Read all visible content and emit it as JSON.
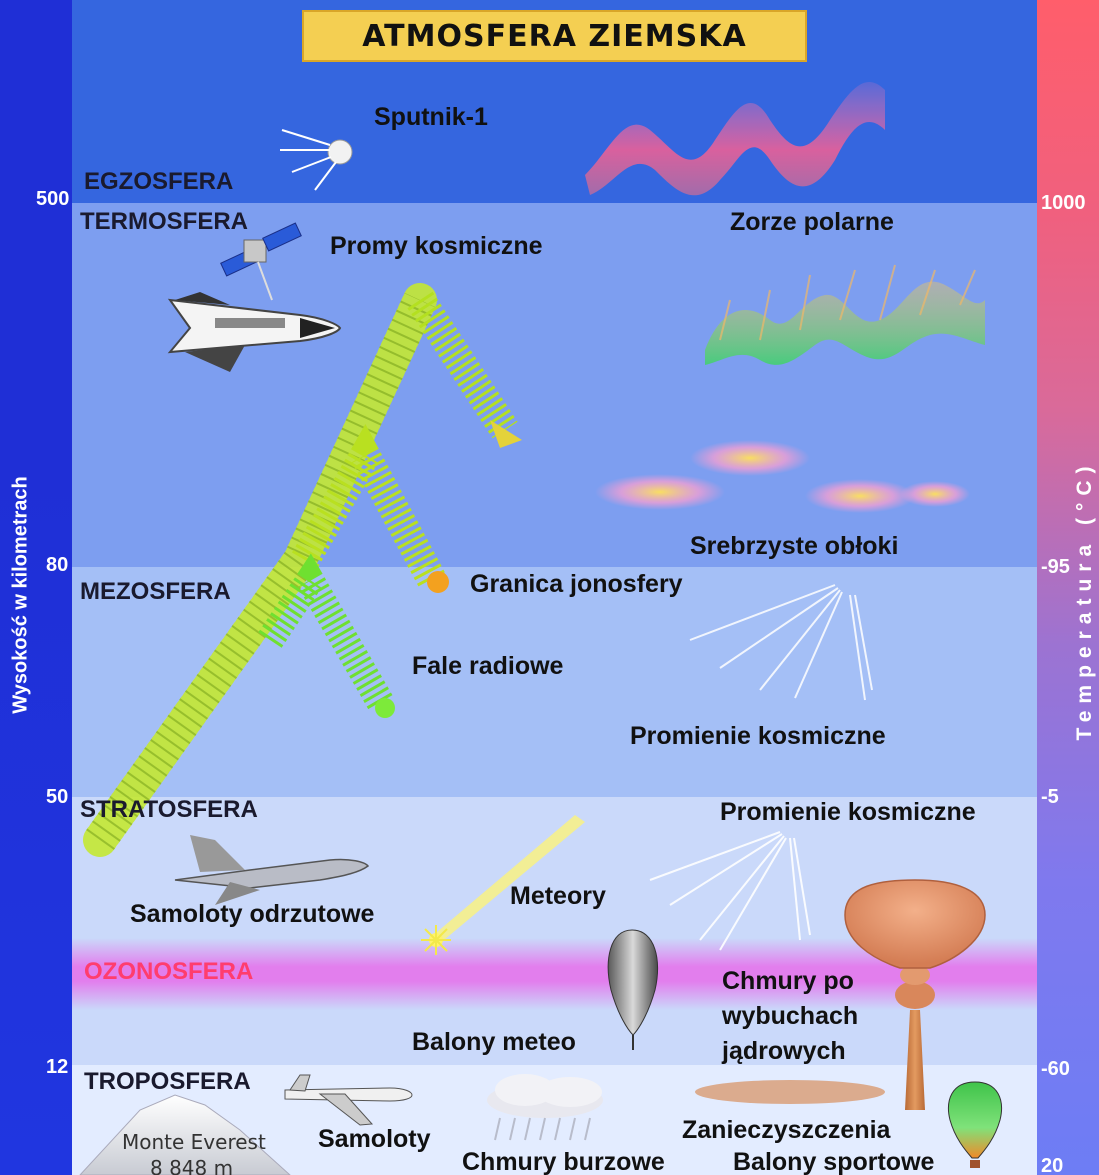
{
  "title": "ATMOSFERA ZIEMSKA",
  "y_axis_label": "Wysokość w kilometrach",
  "temp_axis_label": "Temperatura (°C)",
  "altitude_ticks": [
    "500",
    "80",
    "50",
    "12"
  ],
  "temperature_ticks": [
    "1000",
    "-95",
    "-5",
    "-60",
    "20"
  ],
  "layers": {
    "exosphere": "EGZOSFERA",
    "thermosphere": "TERMOSFERA",
    "mesosphere": "MEZOSFERA",
    "stratosphere": "STRATOSFERA",
    "ozonosphere": "OZONOSFERA",
    "troposphere": "TROPOSFERA"
  },
  "labels": {
    "sputnik": "Sputnik-1",
    "cosmic_rays_top": "Promy kosmiczne",
    "auroras": "Zorze polarne",
    "noctilucent": "Srebrzyste obłoki",
    "ionosphere_border": "Granica jonosfery",
    "radio_waves": "Fale radiowe",
    "cosmic_rays_meso": "Promienie kosmiczne",
    "cosmic_rays_strato": "Promienie kosmiczne",
    "jets": "Samoloty odrzutowe",
    "meteors": "Meteory",
    "nuclear_clouds": [
      "Chmury po",
      "wybuchach",
      "jądrowych"
    ],
    "weather_balloons": "Balony meteo",
    "planes": "Samoloty",
    "pollution": "Zanieczyszczenia",
    "storm_clouds": "Chmury burzowe",
    "sport_balloons": "Balony sportowe",
    "everest_name": "Monte Everest",
    "everest_height": "8 848 m"
  },
  "colors": {
    "exosphere": "#3566df",
    "thermosphere": "#7d9ef0",
    "mesosphere": "#a4bff6",
    "stratosphere": "#cad9fa",
    "ozonosphere_label": "#ff3d6e",
    "title_box": "#f4cf52"
  }
}
